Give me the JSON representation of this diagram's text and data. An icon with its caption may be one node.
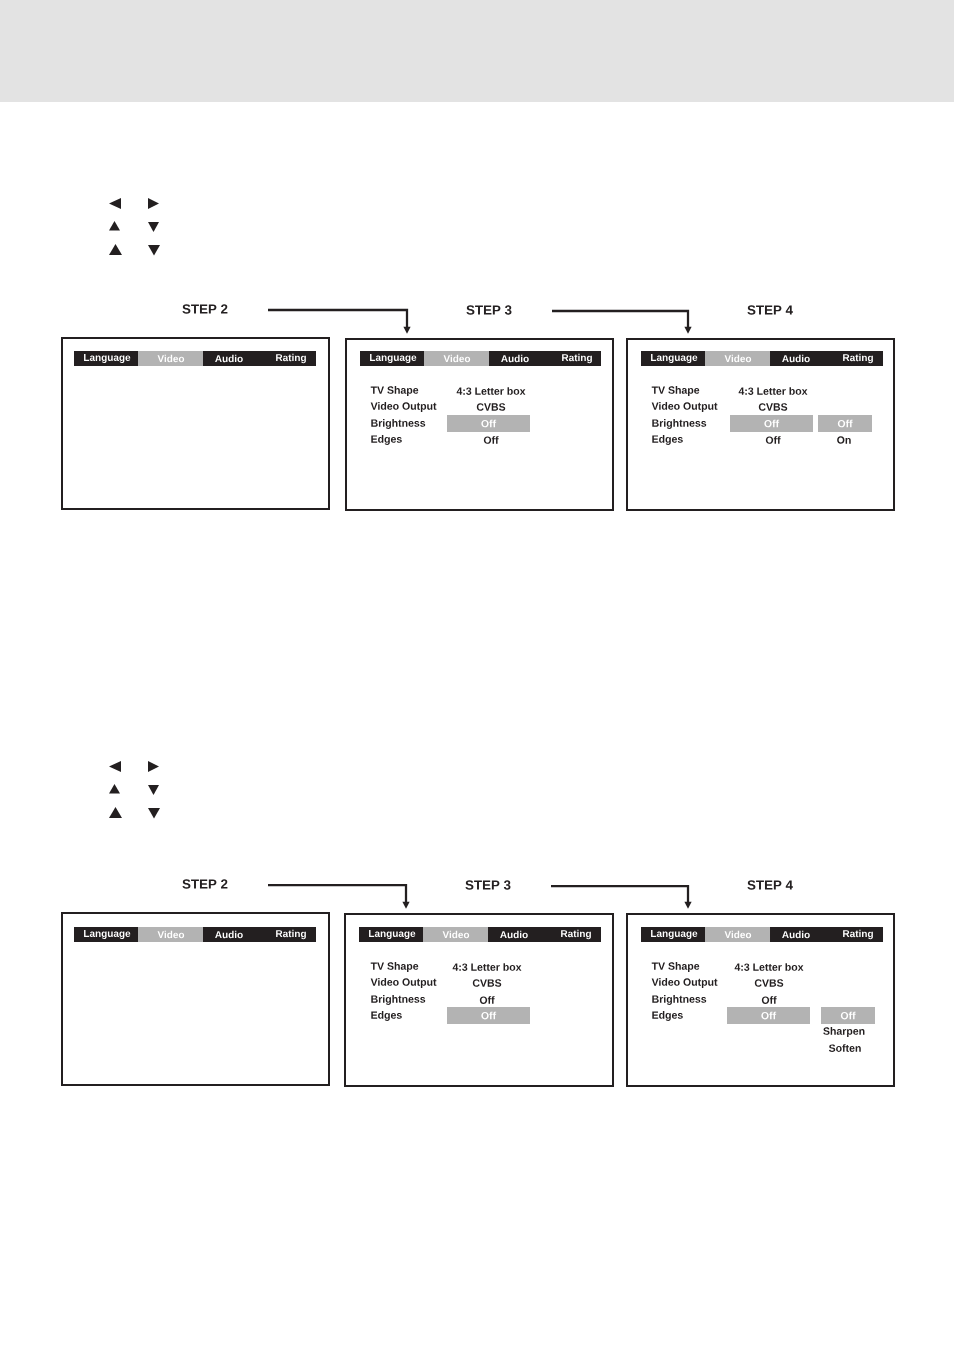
{
  "diagram": {
    "nodes": [
      {
        "text": [
          "STEP 2"
        ]
      },
      {
        "text": [
          "Language",
          "Video",
          "Audio",
          "Rating"
        ],
        "in": 0
      },
      {
        "text": [
          "STEP 3",
          "TV Shape",
          "4:3 Letter box",
          "Video Output",
          "CVBS",
          "Brightness",
          "Edges",
          "Off"
        ]
      },
      {
        "text": [
          "Language",
          "Video",
          "Audio",
          "Rating"
        ],
        "in": 2
      },
      {
        "text": [
          "Off"
        ],
        "in": 2
      },
      {
        "text": [
          "STEP 4",
          "TV Shape",
          "4:3 Letter box",
          "Video Output",
          "CVBS",
          "Brightness",
          "Edges",
          "Off",
          "On"
        ]
      },
      {
        "text": [
          "Language",
          "Video",
          "Audio",
          "Rating"
        ],
        "in": 5
      },
      {
        "text": [
          "Off"
        ],
        "in": 5
      },
      {
        "text": [
          "Off"
        ],
        "in": 5
      },
      {
        "text": [
          "STEP 2"
        ]
      },
      {
        "text": [
          "Language",
          "Video",
          "Audio",
          "Rating"
        ],
        "in": 9
      },
      {
        "text": [
          "STEP 3",
          "TV Shape",
          "4:3 Letter box",
          "Video Output",
          "CVBS",
          "Brightness",
          "Off",
          "Edges"
        ]
      },
      {
        "text": [
          "Language",
          "Video",
          "Audio",
          "Rating"
        ],
        "in": 11
      },
      {
        "text": [
          "Off"
        ],
        "in": 11
      },
      {
        "text": [
          "STEP 4",
          "TV Shape",
          "4:3 Letter box",
          "Video Output",
          "CVBS",
          "Brightness",
          "Off",
          "Edges",
          "Sharpen",
          "Soften"
        ]
      },
      {
        "text": [
          "Language",
          "Video",
          "Audio",
          "Rating"
        ],
        "in": 14
      },
      {
        "text": [
          "Off"
        ],
        "in": 14
      },
      {
        "text": [
          "Off"
        ],
        "in": 14
      }
    ],
    "edges": [
      {
        "from": 0,
        "to": 2,
        "arrow": "to"
      },
      {
        "from": 2,
        "to": 5,
        "arrow": "to"
      },
      {
        "from": 9,
        "to": 11,
        "arrow": "to"
      },
      {
        "from": 11,
        "to": 14,
        "arrow": "to"
      }
    ]
  }
}
